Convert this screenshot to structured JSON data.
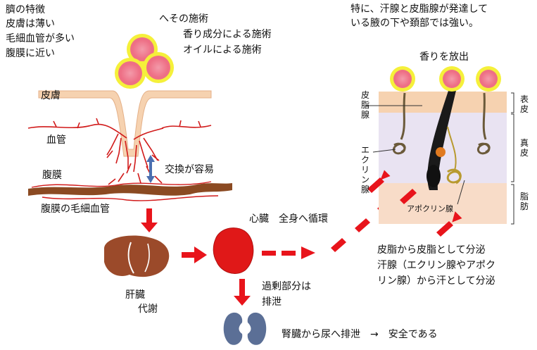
{
  "navel_features": {
    "title": "臍の特徴",
    "lines": [
      "皮膚は薄い",
      "毛細血管が多い",
      "腹膜に近い"
    ]
  },
  "navel_treatment": {
    "title": "へその施術",
    "lines": [
      "香り成分による施術",
      "オイルによる施術"
    ]
  },
  "layers": {
    "skin": "皮膚",
    "vessel": "血管",
    "peritoneum": "腹膜",
    "peritoneum_capillary": "腹膜の毛細血管"
  },
  "exchange_label": "交換が容易",
  "liver": {
    "line1": "肝臓",
    "line2": "代謝"
  },
  "heart_label": "心臓　全身へ循環",
  "excess": {
    "line1": "過剰部分は",
    "line2": "排泄"
  },
  "kidney_label": "腎臓から尿へ排泄　→　安全である",
  "top_right_note": {
    "line1": "特に、汗腺と皮脂腺が発達して",
    "line2": "いる腋の下や頚部では強い。"
  },
  "scent_release": "香りを放出",
  "gland_labels": {
    "sebaceous": "皮脂腺",
    "eccrine": "エクリン腺",
    "apocrine": "アポクリン腺"
  },
  "skin_layers": {
    "epidermis": "表皮",
    "dermis": "真皮",
    "fat": "脂肪"
  },
  "secretion_note": {
    "line1": "皮脂から皮脂として分泌",
    "line2": "汗腺（エクリン腺やアポク",
    "line3": "リン腺）から汗として分泌"
  },
  "colors": {
    "arrow_red": "#e8141b",
    "blob_pink": "#ef7a8c",
    "blob_halo": "#f5f03a",
    "organ_brown": "#9b4a2a",
    "heart_red": "#e01818",
    "kidney_blue": "#5b6f96",
    "vessel_red": "#d11a1a",
    "peritoneum_brown": "#8b4a22",
    "skin_beige": "#f6d2b0"
  },
  "icons": [
    "scent-blob",
    "double-arrow",
    "liver-organ",
    "heart-organ",
    "kidney-organ",
    "skin-section"
  ]
}
